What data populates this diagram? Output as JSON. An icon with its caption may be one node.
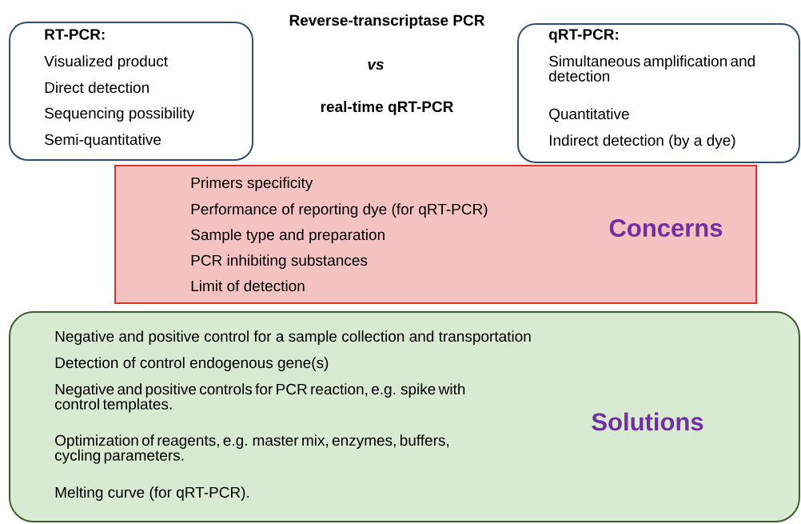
{
  "diagram": {
    "nodes": [
      {
        "text": [
          "RT-PCR:",
          "Visualized product",
          "Direct detection",
          "Sequencing possibility",
          "Semi-quantitative"
        ]
      },
      {
        "text": [
          "qRT-PCR:",
          "Simultaneous amplification and detection",
          "Quantitative",
          "Indirect detection (by a dye)"
        ]
      },
      {
        "text": [
          "Primers specificity",
          "Performance of reporting dye (for qRT-PCR)",
          "Sample type and preparation",
          "PCR inhibiting substances",
          "Limit of detection",
          "Concerns"
        ]
      },
      {
        "text": [
          "Negative and positive control for a sample collection and transportation",
          "Detection of control endogenous gene(s)",
          "Negative and positive controls for PCR reaction, e.g. spike with control templates.",
          "Optimization of reagents, e.g. master mix, enzymes, buffers, cycling parameters.",
          "Melting curve (for qRT-PCR).",
          "Solutions"
        ]
      }
    ],
    "labels": [
      "Reverse-transcriptase PCR",
      "vs",
      "real-time qRT-PCR"
    ]
  }
}
